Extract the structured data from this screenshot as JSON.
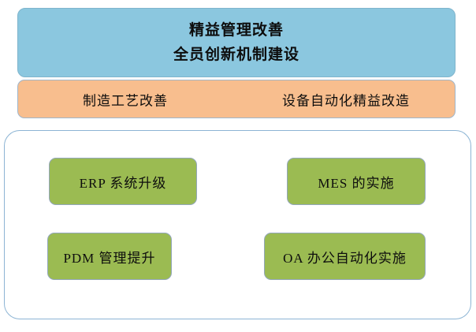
{
  "banner": {
    "lines": [
      "精益管理改善",
      "全员创新机制建设"
    ],
    "color": "#8bc7df"
  },
  "strip": {
    "left_label": "制造工艺改善",
    "right_label": "设备自动化精益改造",
    "color": "#f8be8e"
  },
  "panel": {
    "border_color": "#8cb4d4",
    "items": [
      {
        "label": "ERP 系统升级"
      },
      {
        "label": "MES 的实施"
      },
      {
        "label": "PDM 管理提升"
      },
      {
        "label": "OA 办公自动化实施"
      }
    ],
    "item_color": "#9bbb52"
  }
}
